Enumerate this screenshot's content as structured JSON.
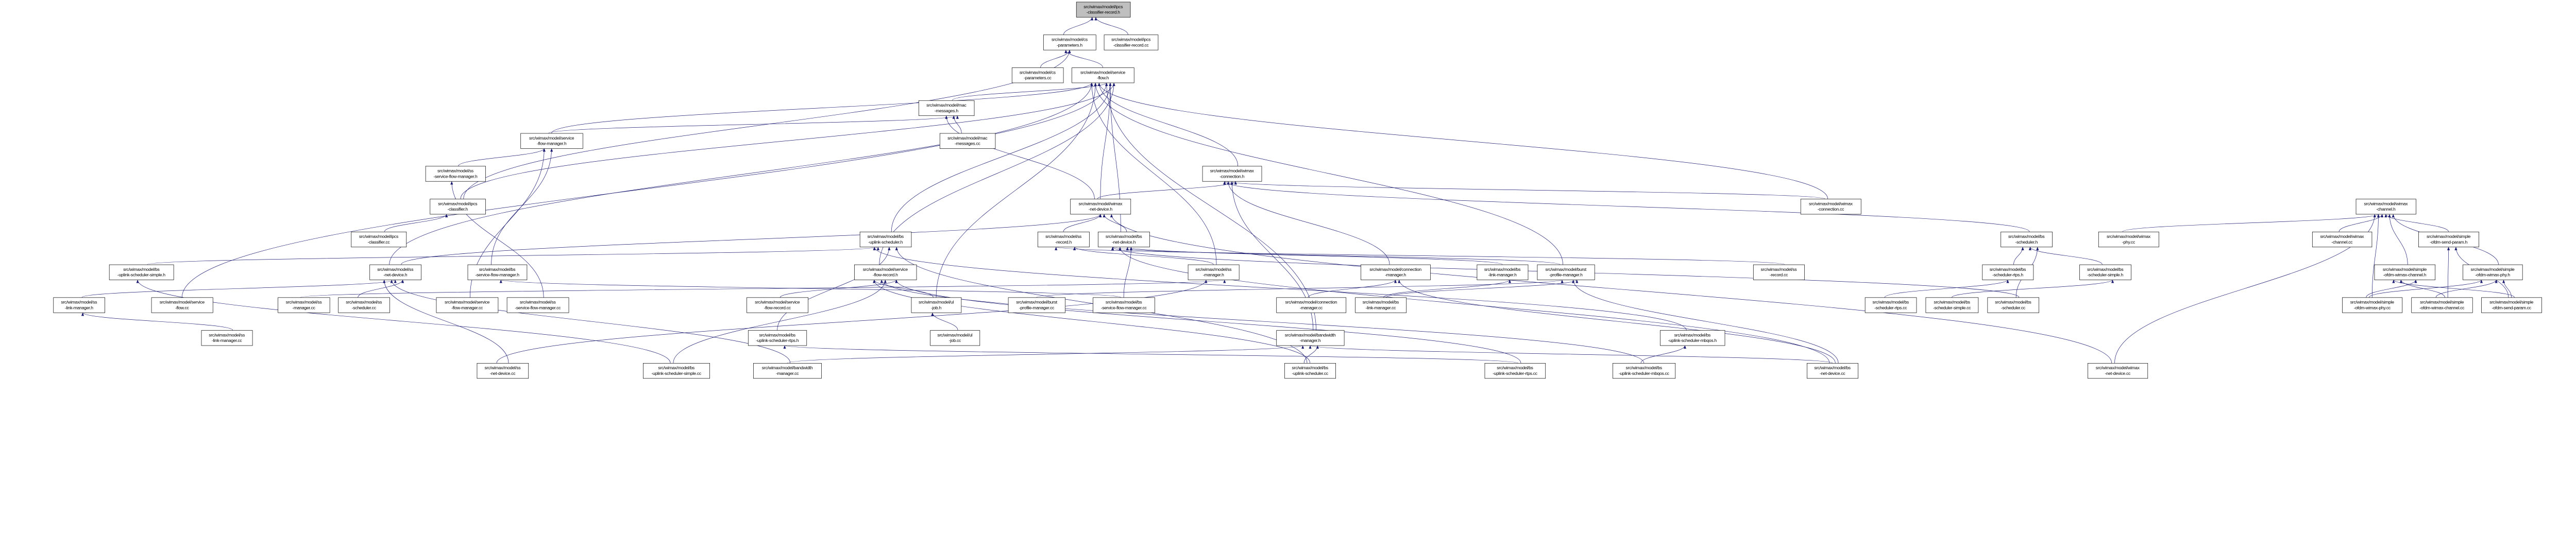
{
  "graph": {
    "edge_color": "#191970",
    "root_fill": "#bfbfbf",
    "nodes": [
      {
        "id": "icr_h",
        "label": [
          "src/wimax/model/ipcs",
          "-classifier-record.h"
        ],
        "root": true
      },
      {
        "id": "csp_h",
        "label": [
          "src/wimax/model/cs",
          "-parameters.h"
        ]
      },
      {
        "id": "icr_cc",
        "label": [
          "src/wimax/model/ipcs",
          "-classifier-record.cc"
        ]
      },
      {
        "id": "csp_cc",
        "label": [
          "src/wimax/model/cs",
          "-parameters.cc"
        ]
      },
      {
        "id": "sf_h",
        "label": [
          "src/wimax/model/service",
          "-flow.h"
        ]
      },
      {
        "id": "mm_h",
        "label": [
          "src/wimax/model/mac",
          "-messages.h"
        ]
      },
      {
        "id": "sfm_h",
        "label": [
          "src/wimax/model/service",
          "-flow-manager.h"
        ]
      },
      {
        "id": "mm_cc",
        "label": [
          "src/wimax/model/mac",
          "-messages.cc"
        ]
      },
      {
        "id": "sssfm_h",
        "label": [
          "src/wimax/model/ss",
          "-service-flow-manager.h"
        ]
      },
      {
        "id": "wc_h",
        "label": [
          "src/wimax/model/wimax",
          "-connection.h"
        ]
      },
      {
        "id": "ic_h",
        "label": [
          "src/wimax/model/ipcs",
          "-classifier.h"
        ]
      },
      {
        "id": "wnd_h",
        "label": [
          "src/wimax/model/wimax",
          "-net-device.h"
        ]
      },
      {
        "id": "wc_cc",
        "label": [
          "src/wimax/model/wimax",
          "-connection.cc"
        ]
      },
      {
        "id": "wch_h",
        "label": [
          "src/wimax/model/wimax",
          "-channel.h"
        ]
      },
      {
        "id": "ic_cc",
        "label": [
          "src/wimax/model/ipcs",
          "-classifier.cc"
        ]
      },
      {
        "id": "bus_h",
        "label": [
          "src/wimax/model/bs",
          "-uplink-scheduler.h"
        ]
      },
      {
        "id": "ssr_h",
        "label": [
          "src/wimax/model/ss",
          "-record.h"
        ]
      },
      {
        "id": "bsnd_h",
        "label": [
          "src/wimax/model/bs",
          "-net-device.h"
        ]
      },
      {
        "id": "bss_h",
        "label": [
          "src/wimax/model/bs",
          "-scheduler.h"
        ]
      },
      {
        "id": "wphy_cc",
        "label": [
          "src/wimax/model/wimax",
          "-phy.cc"
        ]
      },
      {
        "id": "wch_cc",
        "label": [
          "src/wimax/model/wimax",
          "-channel.cc"
        ]
      },
      {
        "id": "sosp_h",
        "label": [
          "src/wimax/model/simple",
          "-ofdm-send-param.h"
        ]
      },
      {
        "id": "bussimp_h",
        "label": [
          "src/wimax/model/bs",
          "-uplink-scheduler-simple.h"
        ]
      },
      {
        "id": "ssnd_h",
        "label": [
          "src/wimax/model/ss",
          "-net-device.h"
        ]
      },
      {
        "id": "bssfm_h",
        "label": [
          "src/wimax/model/bs",
          "-service-flow-manager.h"
        ]
      },
      {
        "id": "sfr_h",
        "label": [
          "src/wimax/model/service",
          "-flow-record.h"
        ]
      },
      {
        "id": "ssm_h",
        "label": [
          "src/wimax/model/ss",
          "-manager.h"
        ]
      },
      {
        "id": "cm_h",
        "label": [
          "src/wimax/model/connection",
          "-manager.h"
        ]
      },
      {
        "id": "bslm_h",
        "label": [
          "src/wimax/model/bs",
          "-link-manager.h"
        ]
      },
      {
        "id": "bpm_h",
        "label": [
          "src/wimax/model/burst",
          "-profile-manager.h"
        ]
      },
      {
        "id": "ssr_cc",
        "label": [
          "src/wimax/model/ss",
          "-record.cc"
        ]
      },
      {
        "id": "bssrtps_h",
        "label": [
          "src/wimax/model/bs",
          "-scheduler-rtps.h"
        ]
      },
      {
        "id": "bsssimp_h",
        "label": [
          "src/wimax/model/bs",
          "-scheduler-simple.h"
        ]
      },
      {
        "id": "sowc_h",
        "label": [
          "src/wimax/model/simple",
          "-ofdm-wimax-channel.h"
        ]
      },
      {
        "id": "sowp_h",
        "label": [
          "src/wimax/model/simple",
          "-ofdm-wimax-phy.h"
        ]
      },
      {
        "id": "sslm_h",
        "label": [
          "src/wimax/model/ss",
          "-link-manager.h"
        ]
      },
      {
        "id": "sf_cc",
        "label": [
          "src/wimax/model/service",
          "-flow.cc"
        ]
      },
      {
        "id": "ssm_cc",
        "label": [
          "src/wimax/model/ss",
          "-manager.cc"
        ]
      },
      {
        "id": "sss_cc",
        "label": [
          "src/wimax/model/ss",
          "-scheduler.cc"
        ]
      },
      {
        "id": "sfm_cc",
        "label": [
          "src/wimax/model/service",
          "-flow-manager.cc"
        ]
      },
      {
        "id": "sssfm_cc",
        "label": [
          "src/wimax/model/ss",
          "-service-flow-manager.cc"
        ]
      },
      {
        "id": "sfr_cc",
        "label": [
          "src/wimax/model/service",
          "-flow-record.cc"
        ]
      },
      {
        "id": "ulj_h",
        "label": [
          "src/wimax/model/ul",
          "-job.h"
        ]
      },
      {
        "id": "bpm_cc",
        "label": [
          "src/wimax/model/burst",
          "-profile-manager.cc"
        ]
      },
      {
        "id": "bssfm_cc",
        "label": [
          "src/wimax/model/bs",
          "-service-flow-manager.cc"
        ]
      },
      {
        "id": "cm_cc",
        "label": [
          "src/wimax/model/connection",
          "-manager.cc"
        ]
      },
      {
        "id": "bslm_cc",
        "label": [
          "src/wimax/model/bs",
          "-link-manager.cc"
        ]
      },
      {
        "id": "bssrtps_cc",
        "label": [
          "src/wimax/model/bs",
          "-scheduler-rtps.cc"
        ]
      },
      {
        "id": "bsssimp_cc",
        "label": [
          "src/wimax/model/bs",
          "-scheduler-simple.cc"
        ]
      },
      {
        "id": "bss_cc",
        "label": [
          "src/wimax/model/bs",
          "-scheduler.cc"
        ]
      },
      {
        "id": "sowp_cc",
        "label": [
          "src/wimax/model/simple",
          "-ofdm-wimax-phy.cc"
        ]
      },
      {
        "id": "sowc_cc",
        "label": [
          "src/wimax/model/simple",
          "-ofdm-wimax-channel.cc"
        ]
      },
      {
        "id": "sosp_cc",
        "label": [
          "src/wimax/model/simple",
          "-ofdm-send-param.cc"
        ]
      },
      {
        "id": "sslm_cc",
        "label": [
          "src/wimax/model/ss",
          "-link-manager.cc"
        ]
      },
      {
        "id": "busrtps_h",
        "label": [
          "src/wimax/model/bs",
          "-uplink-scheduler-rtps.h"
        ]
      },
      {
        "id": "ulj_cc",
        "label": [
          "src/wimax/model/ul",
          "-job.cc"
        ]
      },
      {
        "id": "bm_h",
        "label": [
          "src/wimax/model/bandwidth",
          "-manager.h"
        ]
      },
      {
        "id": "busmbqos_h",
        "label": [
          "src/wimax/model/bs",
          "-uplink-scheduler-mbqos.h"
        ]
      },
      {
        "id": "ssnd_cc",
        "label": [
          "src/wimax/model/ss",
          "-net-device.cc"
        ]
      },
      {
        "id": "bussimp_cc",
        "label": [
          "src/wimax/model/bs",
          "-uplink-scheduler-simple.cc"
        ]
      },
      {
        "id": "bm_cc",
        "label": [
          "src/wimax/model/bandwidth",
          "-manager.cc"
        ]
      },
      {
        "id": "bus_cc",
        "label": [
          "src/wimax/model/bs",
          "-uplink-scheduler.cc"
        ]
      },
      {
        "id": "busrtps_cc",
        "label": [
          "src/wimax/model/bs",
          "-uplink-scheduler-rtps.cc"
        ]
      },
      {
        "id": "busmbqos_cc",
        "label": [
          "src/wimax/model/bs",
          "-uplink-scheduler-mbqos.cc"
        ]
      },
      {
        "id": "bsnd_cc",
        "label": [
          "src/wimax/model/bs",
          "-net-device.cc"
        ]
      },
      {
        "id": "wnd_cc",
        "label": [
          "src/wimax/model/wimax",
          "-net-device.cc"
        ]
      }
    ],
    "edges": [
      [
        "csp_h",
        "icr_h"
      ],
      [
        "icr_cc",
        "icr_h"
      ],
      [
        "sf_h",
        "csp_h"
      ],
      [
        "csp_cc",
        "csp_h"
      ],
      [
        "mm_h",
        "sf_h"
      ],
      [
        "mm_cc",
        "mm_h"
      ],
      [
        "sfm_h",
        "mm_h"
      ],
      [
        "sfm_h",
        "sf_h"
      ],
      [
        "sssfm_h",
        "sfm_h"
      ],
      [
        "wc_h",
        "sf_h"
      ],
      [
        "wnd_h",
        "mm_h"
      ],
      [
        "wnd_h",
        "wc_h"
      ],
      [
        "wnd_h",
        "sf_h"
      ],
      [
        "ic_h",
        "sf_h"
      ],
      [
        "ic_cc",
        "ic_h"
      ],
      [
        "wc_cc",
        "wc_h"
      ],
      [
        "wc_cc",
        "sf_h"
      ],
      [
        "ssr_h",
        "wnd_h"
      ],
      [
        "bsnd_h",
        "wnd_h"
      ],
      [
        "bus_h",
        "sf_h"
      ],
      [
        "sfr_h",
        "sf_h"
      ],
      [
        "ulj_h",
        "sfr_h"
      ],
      [
        "ulj_h",
        "sf_h"
      ],
      [
        "ulj_cc",
        "ulj_h"
      ],
      [
        "ssnd_h",
        "wnd_h"
      ],
      [
        "ssnd_h",
        "sf_h"
      ],
      [
        "bsnd_h",
        "sf_h"
      ],
      [
        "ssm_h",
        "ssr_h"
      ],
      [
        "ssm_h",
        "sf_h"
      ],
      [
        "ssr_cc",
        "ssr_h"
      ],
      [
        "cm_h",
        "wc_h"
      ],
      [
        "cm_cc",
        "cm_h"
      ],
      [
        "bslm_h",
        "bsnd_h"
      ],
      [
        "bslm_cc",
        "bslm_h"
      ],
      [
        "bslm_cc",
        "bpm_h"
      ],
      [
        "bpm_h",
        "bsnd_h"
      ],
      [
        "bpm_h",
        "sf_h"
      ],
      [
        "bpm_cc",
        "bpm_h"
      ],
      [
        "bm_h",
        "wc_h"
      ],
      [
        "bm_h",
        "sf_h"
      ],
      [
        "bus_cc",
        "bm_h"
      ],
      [
        "bus_cc",
        "bus_h"
      ],
      [
        "bus_cc",
        "sfr_h"
      ],
      [
        "bss_h",
        "wc_h"
      ],
      [
        "bssrtps_h",
        "bss_h"
      ],
      [
        "bssrtps_cc",
        "bssrtps_h"
      ],
      [
        "bsssimp_h",
        "bss_h"
      ],
      [
        "bsssimp_cc",
        "bsssimp_h"
      ],
      [
        "bss_cc",
        "bss_h"
      ],
      [
        "bss_cc",
        "bsnd_h"
      ],
      [
        "wphy_cc",
        "wch_h"
      ],
      [
        "wch_cc",
        "wch_h"
      ],
      [
        "sosp_h",
        "wch_h"
      ],
      [
        "sowc_h",
        "wch_h"
      ],
      [
        "sowp_h",
        "wch_h"
      ],
      [
        "sowp_cc",
        "sowc_h"
      ],
      [
        "sowp_cc",
        "sowp_h"
      ],
      [
        "sowp_cc",
        "wch_h"
      ],
      [
        "sowc_cc",
        "sowc_h"
      ],
      [
        "sowc_cc",
        "sosp_h"
      ],
      [
        "sowc_cc",
        "sowp_h"
      ],
      [
        "sosp_cc",
        "sosp_h"
      ],
      [
        "sosp_cc",
        "sowp_h"
      ],
      [
        "sosp_cc",
        "sowc_h"
      ],
      [
        "bussimp_h",
        "bus_h"
      ],
      [
        "bussimp_cc",
        "bussimp_h"
      ],
      [
        "bussimp_cc",
        "sfr_h"
      ],
      [
        "busrtps_h",
        "bus_h"
      ],
      [
        "busrtps_cc",
        "busrtps_h"
      ],
      [
        "busrtps_cc",
        "sfr_h"
      ],
      [
        "busmbqos_h",
        "bus_h"
      ],
      [
        "busmbqos_cc",
        "busmbqos_h"
      ],
      [
        "busmbqos_cc",
        "sfr_h"
      ],
      [
        "sslm_h",
        "ssnd_h"
      ],
      [
        "sslm_cc",
        "sslm_h"
      ],
      [
        "sss_cc",
        "ssnd_h"
      ],
      [
        "ssm_cc",
        "ssm_h"
      ],
      [
        "sf_cc",
        "sf_h"
      ],
      [
        "sfm_cc",
        "sfm_h"
      ],
      [
        "sssfm_cc",
        "sssfm_h"
      ],
      [
        "bssfm_h",
        "sfm_h"
      ],
      [
        "bssfm_cc",
        "bssfm_h"
      ],
      [
        "bssfm_cc",
        "bsnd_h"
      ],
      [
        "sfr_cc",
        "sfr_h"
      ],
      [
        "ssnd_cc",
        "ssnd_h"
      ],
      [
        "ssnd_cc",
        "ssm_h"
      ],
      [
        "bsnd_cc",
        "bsnd_h"
      ],
      [
        "bsnd_cc",
        "bm_h"
      ],
      [
        "bsnd_cc",
        "cm_h"
      ],
      [
        "bsnd_cc",
        "bpm_h"
      ],
      [
        "wnd_cc",
        "wnd_h"
      ],
      [
        "wnd_cc",
        "wch_h"
      ],
      [
        "bm_cc",
        "bm_h"
      ],
      [
        "bm_cc",
        "ssnd_h"
      ],
      [
        "ic_h",
        "csp_h"
      ]
    ]
  }
}
